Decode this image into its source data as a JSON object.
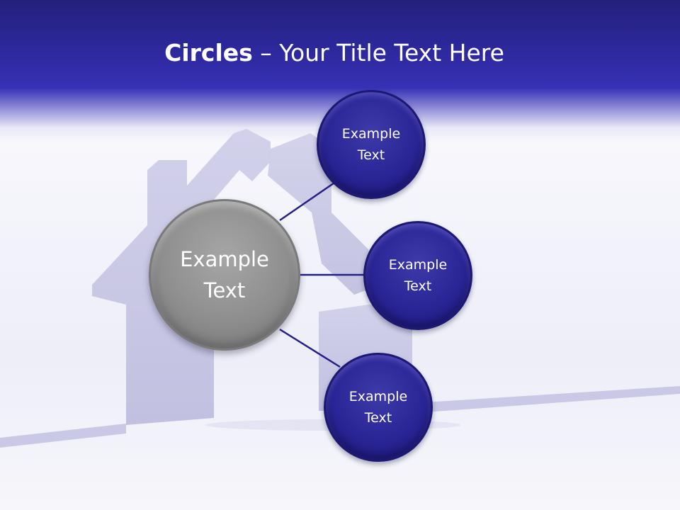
{
  "title": {
    "bold": "Circles",
    "rest": " – Your Title Text Here"
  },
  "center_node": {
    "label_line1": "Example",
    "label_line2": "Text"
  },
  "nodes": [
    {
      "label_line1": "Example",
      "label_line2": "Text"
    },
    {
      "label_line1": "Example",
      "label_line2": "Text"
    },
    {
      "label_line1": "Example",
      "label_line2": "Text"
    }
  ],
  "colors": {
    "header": "#2d289c",
    "node": "#2a2596",
    "center": "#8e8e8e",
    "connector": "#231f86",
    "house": "#c4c3e0"
  }
}
